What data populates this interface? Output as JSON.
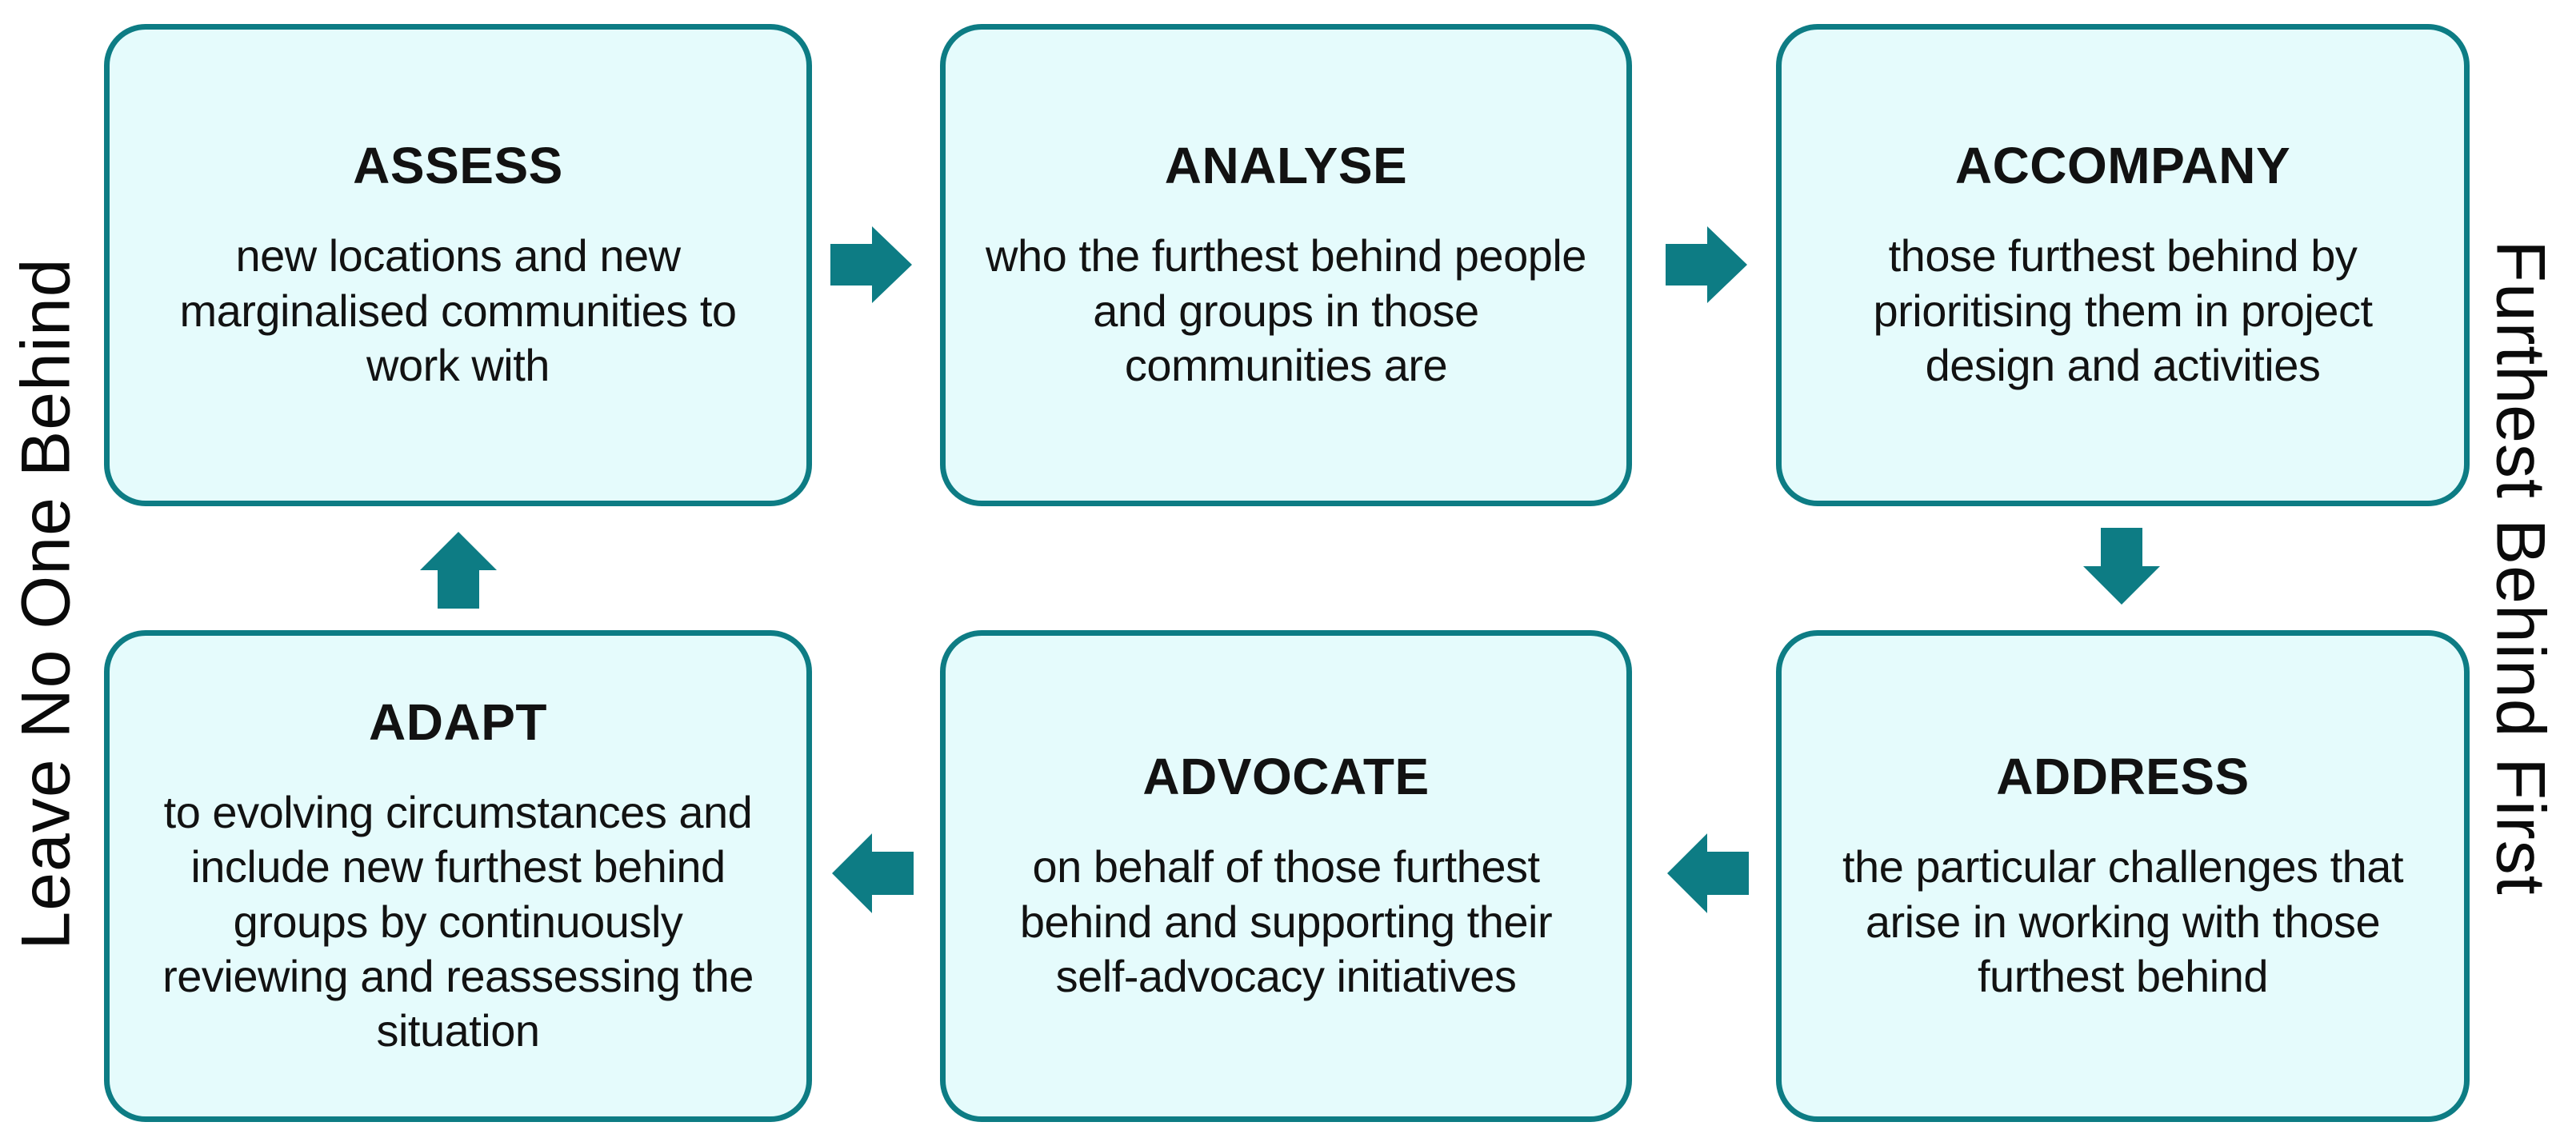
{
  "diagram": {
    "title_semantic": "Leave No One Behind programme cycle",
    "left_label": "Leave No One Behind",
    "right_label": "Furthest Behind First",
    "colors": {
      "teal_accent": "#0d7c84",
      "box_fill": "#e5fbfc",
      "box_border": "#0d7c84",
      "text": "#121212",
      "background": "#ffffff"
    },
    "boxes": [
      {
        "id": "assess",
        "title": "ASSESS",
        "body": "new locations and new marginalised communities to work with"
      },
      {
        "id": "analyse",
        "title": "ANALYSE",
        "body": "who the furthest behind people and groups in those communities are"
      },
      {
        "id": "accompany",
        "title": "ACCOMPANY",
        "body": "those furthest behind by prioritising them in project design and activities"
      },
      {
        "id": "adapt",
        "title": "ADAPT",
        "body": "to evolving circumstances and include new furthest behind groups by continuously reviewing and reassessing the situation"
      },
      {
        "id": "advocate",
        "title": "ADVOCATE",
        "body": "on behalf of those furthest behind and supporting their self-advocacy initiatives"
      },
      {
        "id": "address",
        "title": "ADDRESS",
        "body": "the particular challenges that arise in working with those furthest behind"
      }
    ],
    "arrows": [
      {
        "name": "assess-to-analyse",
        "direction": "right"
      },
      {
        "name": "analyse-to-accompany",
        "direction": "right"
      },
      {
        "name": "accompany-to-address",
        "direction": "down"
      },
      {
        "name": "address-to-advocate",
        "direction": "left"
      },
      {
        "name": "advocate-to-adapt",
        "direction": "left"
      },
      {
        "name": "adapt-to-assess",
        "direction": "up"
      }
    ]
  }
}
